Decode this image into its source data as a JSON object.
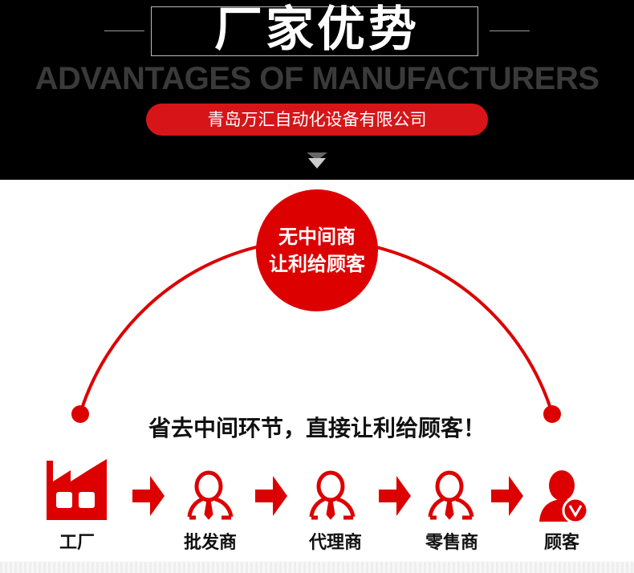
{
  "header": {
    "watermark": "ADVANTAGES OF MANUFACTURERS",
    "title": "厂家优势",
    "company": "青岛万汇自动化设备有限公司"
  },
  "badge": {
    "line1": "无中间商",
    "line2": "让利给顾客"
  },
  "tagline": "省去中间环节，直接让利给顾客！",
  "chain": [
    {
      "label": "工厂",
      "icon": "factory-icon"
    },
    {
      "label": "批发商",
      "icon": "businessman-icon"
    },
    {
      "label": "代理商",
      "icon": "businessman-icon"
    },
    {
      "label": "零售商",
      "icon": "businessman-icon"
    },
    {
      "label": "顾客",
      "icon": "customer-check-icon"
    }
  ],
  "colors": {
    "accent": "#dc0000",
    "header_bg": "#000000"
  }
}
